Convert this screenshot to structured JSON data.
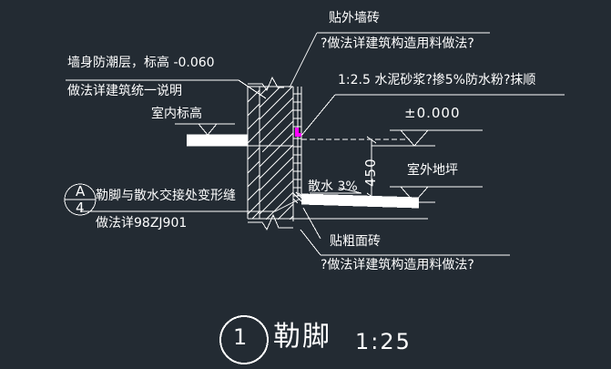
{
  "drawing": {
    "background_color": "#232b33",
    "line_color": "#ffffff",
    "accent_color": "#ff00ff",
    "title": {
      "number": "1",
      "name": "勒脚",
      "scale": "1:25"
    },
    "detail_tag": {
      "letter": "A",
      "sheet": "4"
    },
    "annotations": {
      "damp_proof_line1": "墙身防潮层，标高 -0.060",
      "damp_proof_line2": "做法详建筑统一说明",
      "indoor_level_label": "室内标高",
      "exterior_tile_line1": "贴外墙砖",
      "exterior_tile_line2": "?做法详建筑构造用料做法?",
      "mortar_spec": "1:2.5  水泥砂浆?掺5%防水粉?抹顺",
      "zero_level": "±0.000",
      "outdoor_level_label": "室外地坪",
      "apron_label": "散水 3%",
      "joint_line1": "勒脚与散水交接处变形缝",
      "joint_line2": "做法详98ZJ901",
      "rough_tile_line1": "贴粗面砖",
      "rough_tile_line2": "?做法详建筑构造用料做法?"
    },
    "dimensions": {
      "plinth_height": "450"
    }
  }
}
